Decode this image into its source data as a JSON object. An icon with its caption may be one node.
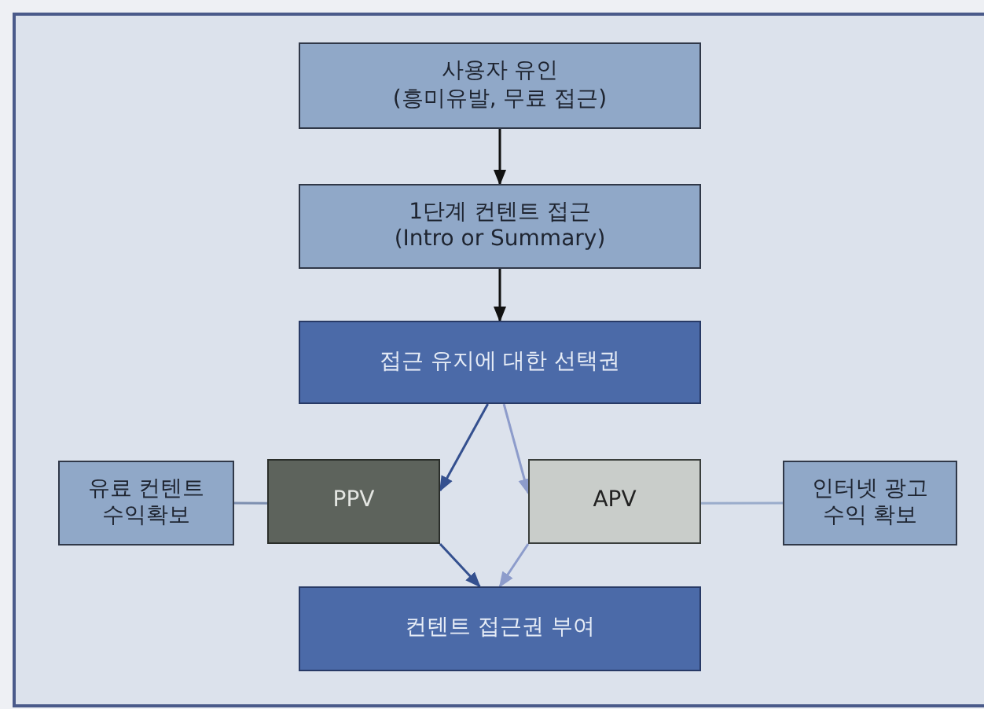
{
  "diagram": {
    "nodes": [
      {
        "text": [
          "사용자 유인",
          "(흥미유발, 무료 접근)"
        ]
      },
      {
        "text": [
          "1단계 컨텐트 접근",
          "(Intro or Summary)"
        ]
      },
      {
        "text": [
          "접근 유지에 대한 선택권"
        ]
      },
      {
        "text": [
          "유료 컨텐트 수익확보"
        ]
      },
      {
        "text": [
          "PPV"
        ]
      },
      {
        "text": [
          "APV"
        ]
      },
      {
        "text": [
          "인터넷 광고 수익 확보"
        ]
      },
      {
        "text": [
          "컨텐트 접근권 부여"
        ]
      }
    ],
    "edges": [
      {
        "from": 0,
        "to": 1,
        "arrow": "to"
      },
      {
        "from": 1,
        "to": 2,
        "arrow": "to"
      },
      {
        "from": 2,
        "to": 4,
        "arrow": "to",
        "color": "#34508f"
      },
      {
        "from": 2,
        "to": 5,
        "arrow": "to",
        "color": "#8d9ccb"
      },
      {
        "from": 4,
        "to": 7,
        "arrow": "to",
        "color": "#34508f"
      },
      {
        "from": 5,
        "to": 7,
        "arrow": "to",
        "color": "#8d9ccb"
      },
      {
        "from": 3,
        "to": 4,
        "arrow": "none",
        "color": "#7d8fb0"
      },
      {
        "from": 5,
        "to": 6,
        "arrow": "none",
        "color": "#9aaccb"
      }
    ]
  }
}
